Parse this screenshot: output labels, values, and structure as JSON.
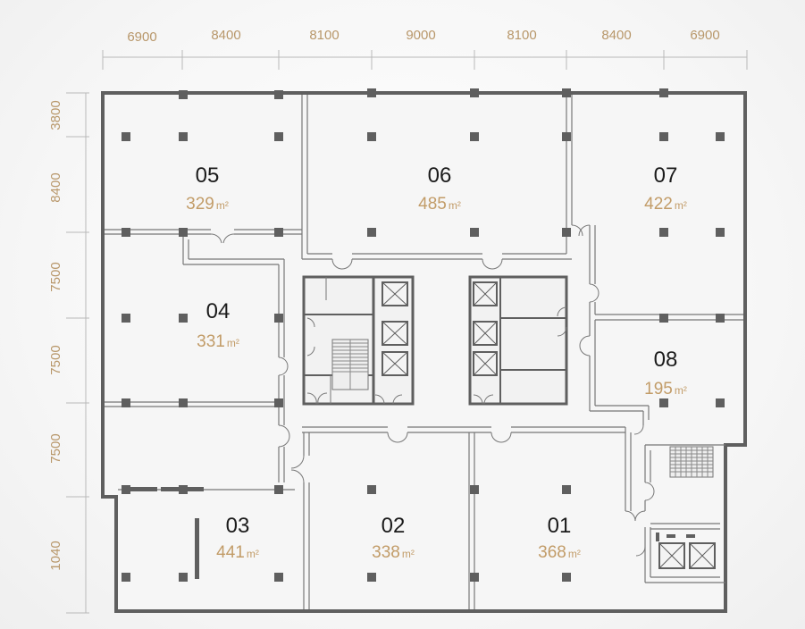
{
  "colors": {
    "wall": "#5f5f5f",
    "dimension": "#b8976a",
    "area": "#c29c68",
    "label": "#1b1b1b"
  },
  "top_dimensions": [
    "6900",
    "8400",
    "8100",
    "9000",
    "8100",
    "8400",
    "6900"
  ],
  "left_dimensions": [
    "3800",
    "8400",
    "7500",
    "7500",
    "7500",
    "1040"
  ],
  "units": [
    {
      "id": "05",
      "area": "329",
      "unit": "m²"
    },
    {
      "id": "06",
      "area": "485",
      "unit": "m²"
    },
    {
      "id": "07",
      "area": "422",
      "unit": "m²"
    },
    {
      "id": "04",
      "area": "331",
      "unit": "m²"
    },
    {
      "id": "08",
      "area": "195",
      "unit": "m²"
    },
    {
      "id": "03",
      "area": "441",
      "unit": "m²"
    },
    {
      "id": "02",
      "area": "338",
      "unit": "m²"
    },
    {
      "id": "01",
      "area": "368",
      "unit": "m²"
    }
  ]
}
